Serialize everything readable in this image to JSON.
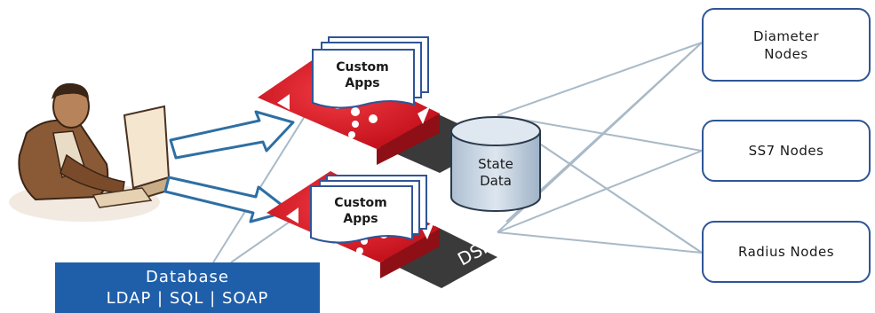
{
  "nodes": {
    "diameter": "Diameter\nNodes",
    "ss7": "SS7 Nodes",
    "radius": "Radius Nodes"
  },
  "state_data": {
    "line1": "State",
    "line2": "Data"
  },
  "custom_apps": {
    "line1": "Custom",
    "line2": "Apps"
  },
  "dsr_label": "DSR",
  "database": {
    "title": "Database",
    "protocols": "LDAP | SQL | SOAP"
  },
  "colors": {
    "dsr_red": "#e3202c",
    "dsr_dark": "#3a3a3a",
    "node_border": "#2f5597",
    "db_blue": "#1f5faa",
    "cylinder": "#c5d3e2",
    "connector": "#a7b8c5"
  }
}
